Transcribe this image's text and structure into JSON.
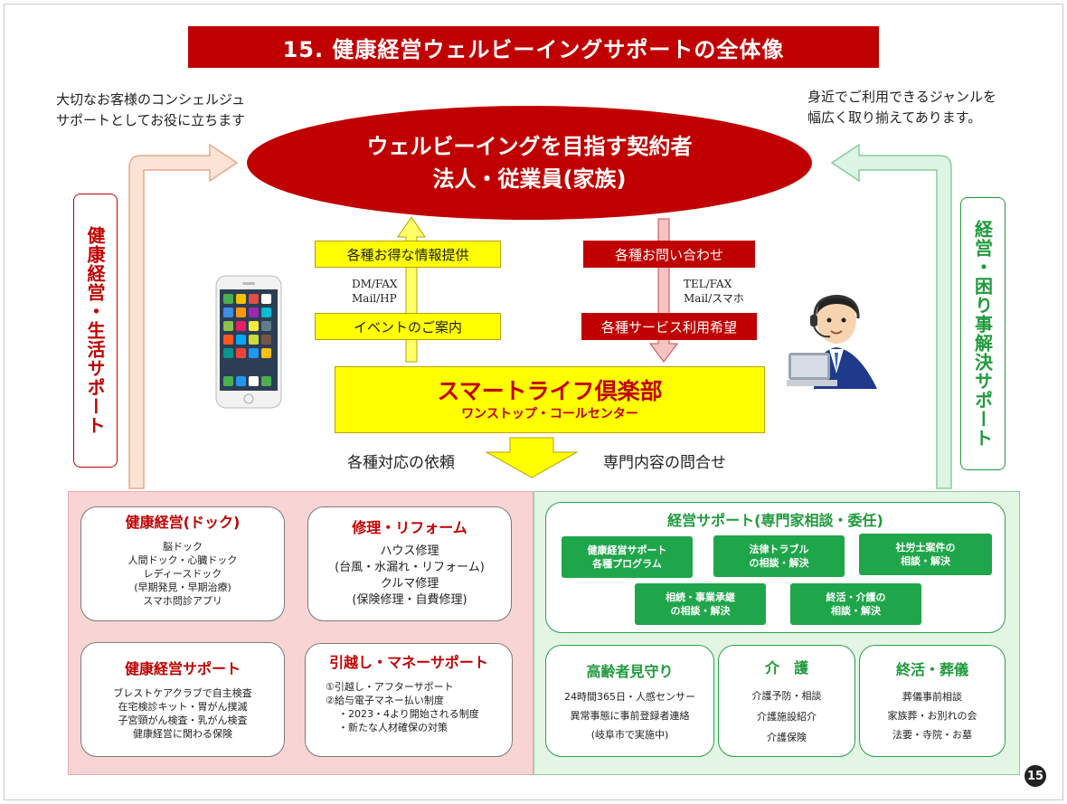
{
  "title": "15. 健康経営ウェルビーイングサポートの全体像",
  "note_left": [
    "大切なお客様のコンシェルジュ",
    "サポートとしてお役に立ちます"
  ],
  "note_right": [
    "身近でご利用できるジャンルを",
    "幅広く取り揃えてあります。"
  ],
  "oval": {
    "line1": "ウェルビーイングを目指す契約者",
    "line2": "法人・従業員(家族)"
  },
  "left_vertical": "健康経営・生活サポート",
  "right_vertical": "経営・困り事解決サポート",
  "left_flow": {
    "top_box": "各種お得な情報提供",
    "channels": [
      "DM/FAX",
      "Mail/HP"
    ],
    "bottom_box": "イベントのご案内"
  },
  "right_flow": {
    "top_box": "各種お問い合わせ",
    "channels": [
      "TEL/FAX",
      "Mail/スマホ"
    ],
    "bottom_box": "各種サービス利用希望"
  },
  "club": {
    "title": "スマートライフ倶楽部",
    "subtitle": "ワンストップ・コールセンター"
  },
  "request_left": "各種対応の依頼",
  "request_right": "専門内容の問合せ",
  "pink_cards": [
    {
      "title": "健康経営(ドック)",
      "lines": [
        "脳ドック",
        "人間ドック・心臓ドック",
        "レディースドック",
        "(早期発見・早期治療)",
        "スマホ問診アプリ"
      ]
    },
    {
      "title": "修理・リフォーム",
      "lines": [
        "ハウス修理",
        "(台風・水漏れ・リフォーム)",
        "クルマ修理",
        "(保険修理・自費修理)"
      ]
    },
    {
      "title": "健康経営サポート",
      "lines": [
        "ブレストケアクラブで自主検査",
        "在宅検診キット・胃がん撲滅",
        "子宮頸がん検査・乳がん検査",
        "健康経営に関わる保険"
      ]
    },
    {
      "title": "引越し・マネーサポート",
      "lines": [
        "①引越し・アフターサポート",
        "②給与電子マネー払い制度",
        "・2023・4より開始される制度",
        "・新たな人材確保の対策"
      ]
    }
  ],
  "green_main": {
    "title": "経営サポート(専門家相談・委任)",
    "pills": [
      [
        "健康経営サポート",
        "各種プログラム"
      ],
      [
        "法律トラブル",
        "の相談・解決"
      ],
      [
        "社労士案件の",
        "相談・解決"
      ],
      [
        "相続・事業承継",
        "の相談・解決"
      ],
      [
        "終活・介護の",
        "相談・解決"
      ]
    ]
  },
  "green_cards": [
    {
      "title": "高齢者見守り",
      "lines": [
        "24時間365日・人感センサー",
        "異常事態に事前登録者連絡",
        "(岐阜市で実施中)"
      ]
    },
    {
      "title": "介　護",
      "lines": [
        "介護予防・相談",
        "介護施設紹介",
        "介護保険"
      ]
    },
    {
      "title": "終活・葬儀",
      "lines": [
        "葬儀事前相談",
        "家族葬・お別れの会",
        "法要・寺院・お墓"
      ]
    }
  ],
  "page_number": "15",
  "colors": {
    "red": "#c00000",
    "green": "#1f9a3c",
    "yellow": "#ffff00",
    "pink_panel": "#f8d4d4",
    "green_panel": "#e3f5e5"
  }
}
